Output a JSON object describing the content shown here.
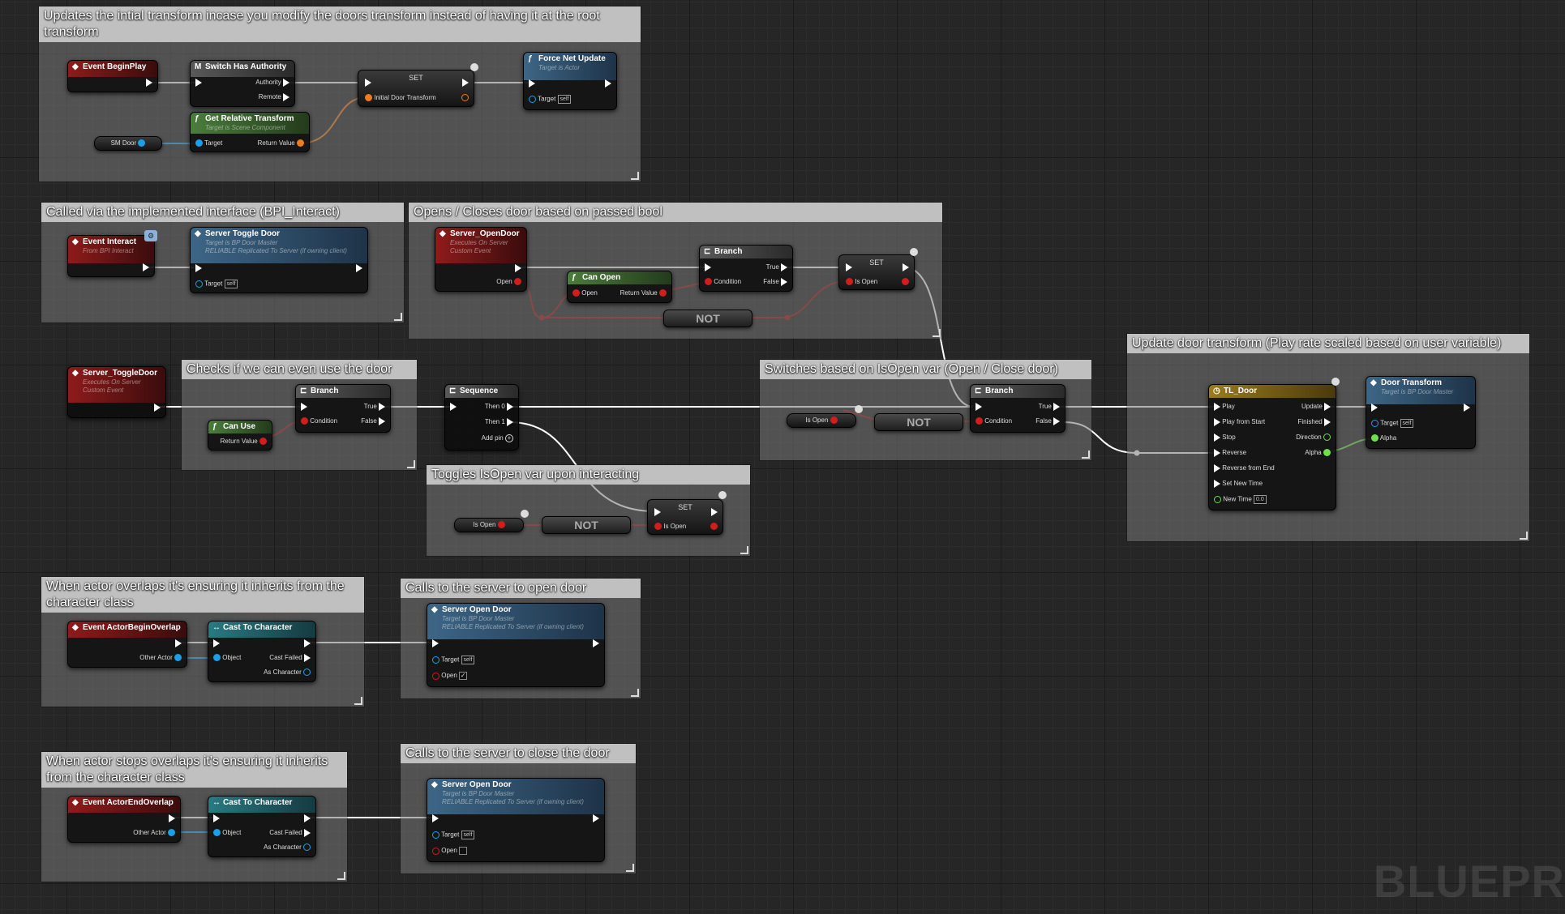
{
  "comments": {
    "init_transform": "Updates the intial transform incase you modify the doors transform instead of having it at the root transform",
    "interact": "Called via the implemented interface (BPI_Interact)",
    "open_close": "Opens / Closes door based on passed bool",
    "can_use": "Checks if we can even use the door",
    "switch_isopen": "Switches based on IsOpen var (Open / Close door)",
    "update_transform": "Update door transform (Play rate scaled based on user variable)",
    "toggle_isopen": "Toggles IsOpen var upon interacting",
    "begin_overlap": "When actor overlaps it's ensuring it inherits from the character class",
    "server_open": "Calls to the server to open door",
    "end_overlap": "When actor stops overlaps it's ensuring it inherits from the character class",
    "server_close": "Calls to the server to close the door"
  },
  "nodes": {
    "begin_play": {
      "title": "Event BeginPlay"
    },
    "switch_authority": {
      "title": "Switch Has Authority",
      "authority": "Authority",
      "remote": "Remote"
    },
    "set1": {
      "title": "SET",
      "pin": "Initial Door Transform"
    },
    "force_net": {
      "title": "Force Net Update",
      "sub": "Target is Actor",
      "target": "Target",
      "self": "self"
    },
    "get_rel": {
      "title": "Get Relative Transform",
      "sub": "Target is Scene Component",
      "target": "Target",
      "ret": "Return Value"
    },
    "sm_door": {
      "label": "SM Door"
    },
    "event_interact": {
      "title": "Event Interact",
      "sub": "From BPI Interact"
    },
    "server_toggle_call": {
      "title": "Server Toggle Door",
      "sub1": "Target is BP Door Master",
      "sub2": "RELIABLE Replicated To Server (if owning client)",
      "target": "Target",
      "self": "self"
    },
    "server_opendoor_evt": {
      "title": "Server_OpenDoor",
      "sub1": "Executes On Server",
      "sub2": "Custom Event",
      "open": "Open"
    },
    "can_open": {
      "title": "Can Open",
      "open": "Open",
      "ret": "Return Value"
    },
    "branch1": {
      "title": "Branch",
      "cond": "Condition",
      "t": "True",
      "f": "False"
    },
    "set2": {
      "title": "SET",
      "pin": "Is Open"
    },
    "not1": {
      "label": "NOT"
    },
    "server_toggle_evt": {
      "title": "Server_ToggleDoor",
      "sub1": "Executes On Server",
      "sub2": "Custom Event"
    },
    "branch2": {
      "title": "Branch",
      "cond": "Condition",
      "t": "True",
      "f": "False"
    },
    "can_use": {
      "title": "Can Use",
      "ret": "Return Value"
    },
    "sequence": {
      "title": "Sequence",
      "then0": "Then 0",
      "then1": "Then 1",
      "addpin": "Add pin"
    },
    "isopen_var1": {
      "label": "Is Open"
    },
    "not2": {
      "label": "NOT"
    },
    "branch3": {
      "title": "Branch",
      "cond": "Condition",
      "t": "True",
      "f": "False"
    },
    "tl_door": {
      "title": "TL_Door",
      "play": "Play",
      "pfs": "Play from Start",
      "stop": "Stop",
      "reverse": "Reverse",
      "rfe": "Reverse from End",
      "snt": "Set New Time",
      "nt": "New Time",
      "nt_val": "0.0",
      "update": "Update",
      "finished": "Finished",
      "direction": "Direction",
      "alpha": "Alpha"
    },
    "door_transform": {
      "title": "Door Transform",
      "sub": "Target is BP Door Master",
      "target": "Target",
      "self": "self",
      "alpha": "Alpha"
    },
    "isopen_var2": {
      "label": "Is Open"
    },
    "not3": {
      "label": "NOT"
    },
    "set3": {
      "title": "SET",
      "pin": "Is Open"
    },
    "begin_overlap": {
      "title": "Event ActorBeginOverlap",
      "other": "Other Actor"
    },
    "cast1": {
      "title": "Cast To Character",
      "object": "Object",
      "failed": "Cast Failed",
      "as": "As Character"
    },
    "server_open_call1": {
      "title": "Server Open Door",
      "sub1": "Target is BP Door Master",
      "sub2": "RELIABLE Replicated To Server (if owning client)",
      "target": "Target",
      "self": "self",
      "open": "Open",
      "open_checked": "✓"
    },
    "end_overlap": {
      "title": "Event ActorEndOverlap",
      "other": "Other Actor"
    },
    "cast2": {
      "title": "Cast To Character",
      "object": "Object",
      "failed": "Cast Failed",
      "as": "As Character"
    },
    "server_open_call2": {
      "title": "Server Open Door",
      "sub1": "Target is BP Door Master",
      "sub2": "RELIABLE Replicated To Server (if owning client)",
      "target": "Target",
      "self": "self",
      "open": "Open",
      "open_checked": ""
    }
  },
  "watermark": "BLUEPR",
  "colors": {
    "exec": "#ffffff",
    "bool": "#d21d1d",
    "object": "#1aa0e8",
    "transform": "#f07c19",
    "float": "#6ee04a"
  }
}
